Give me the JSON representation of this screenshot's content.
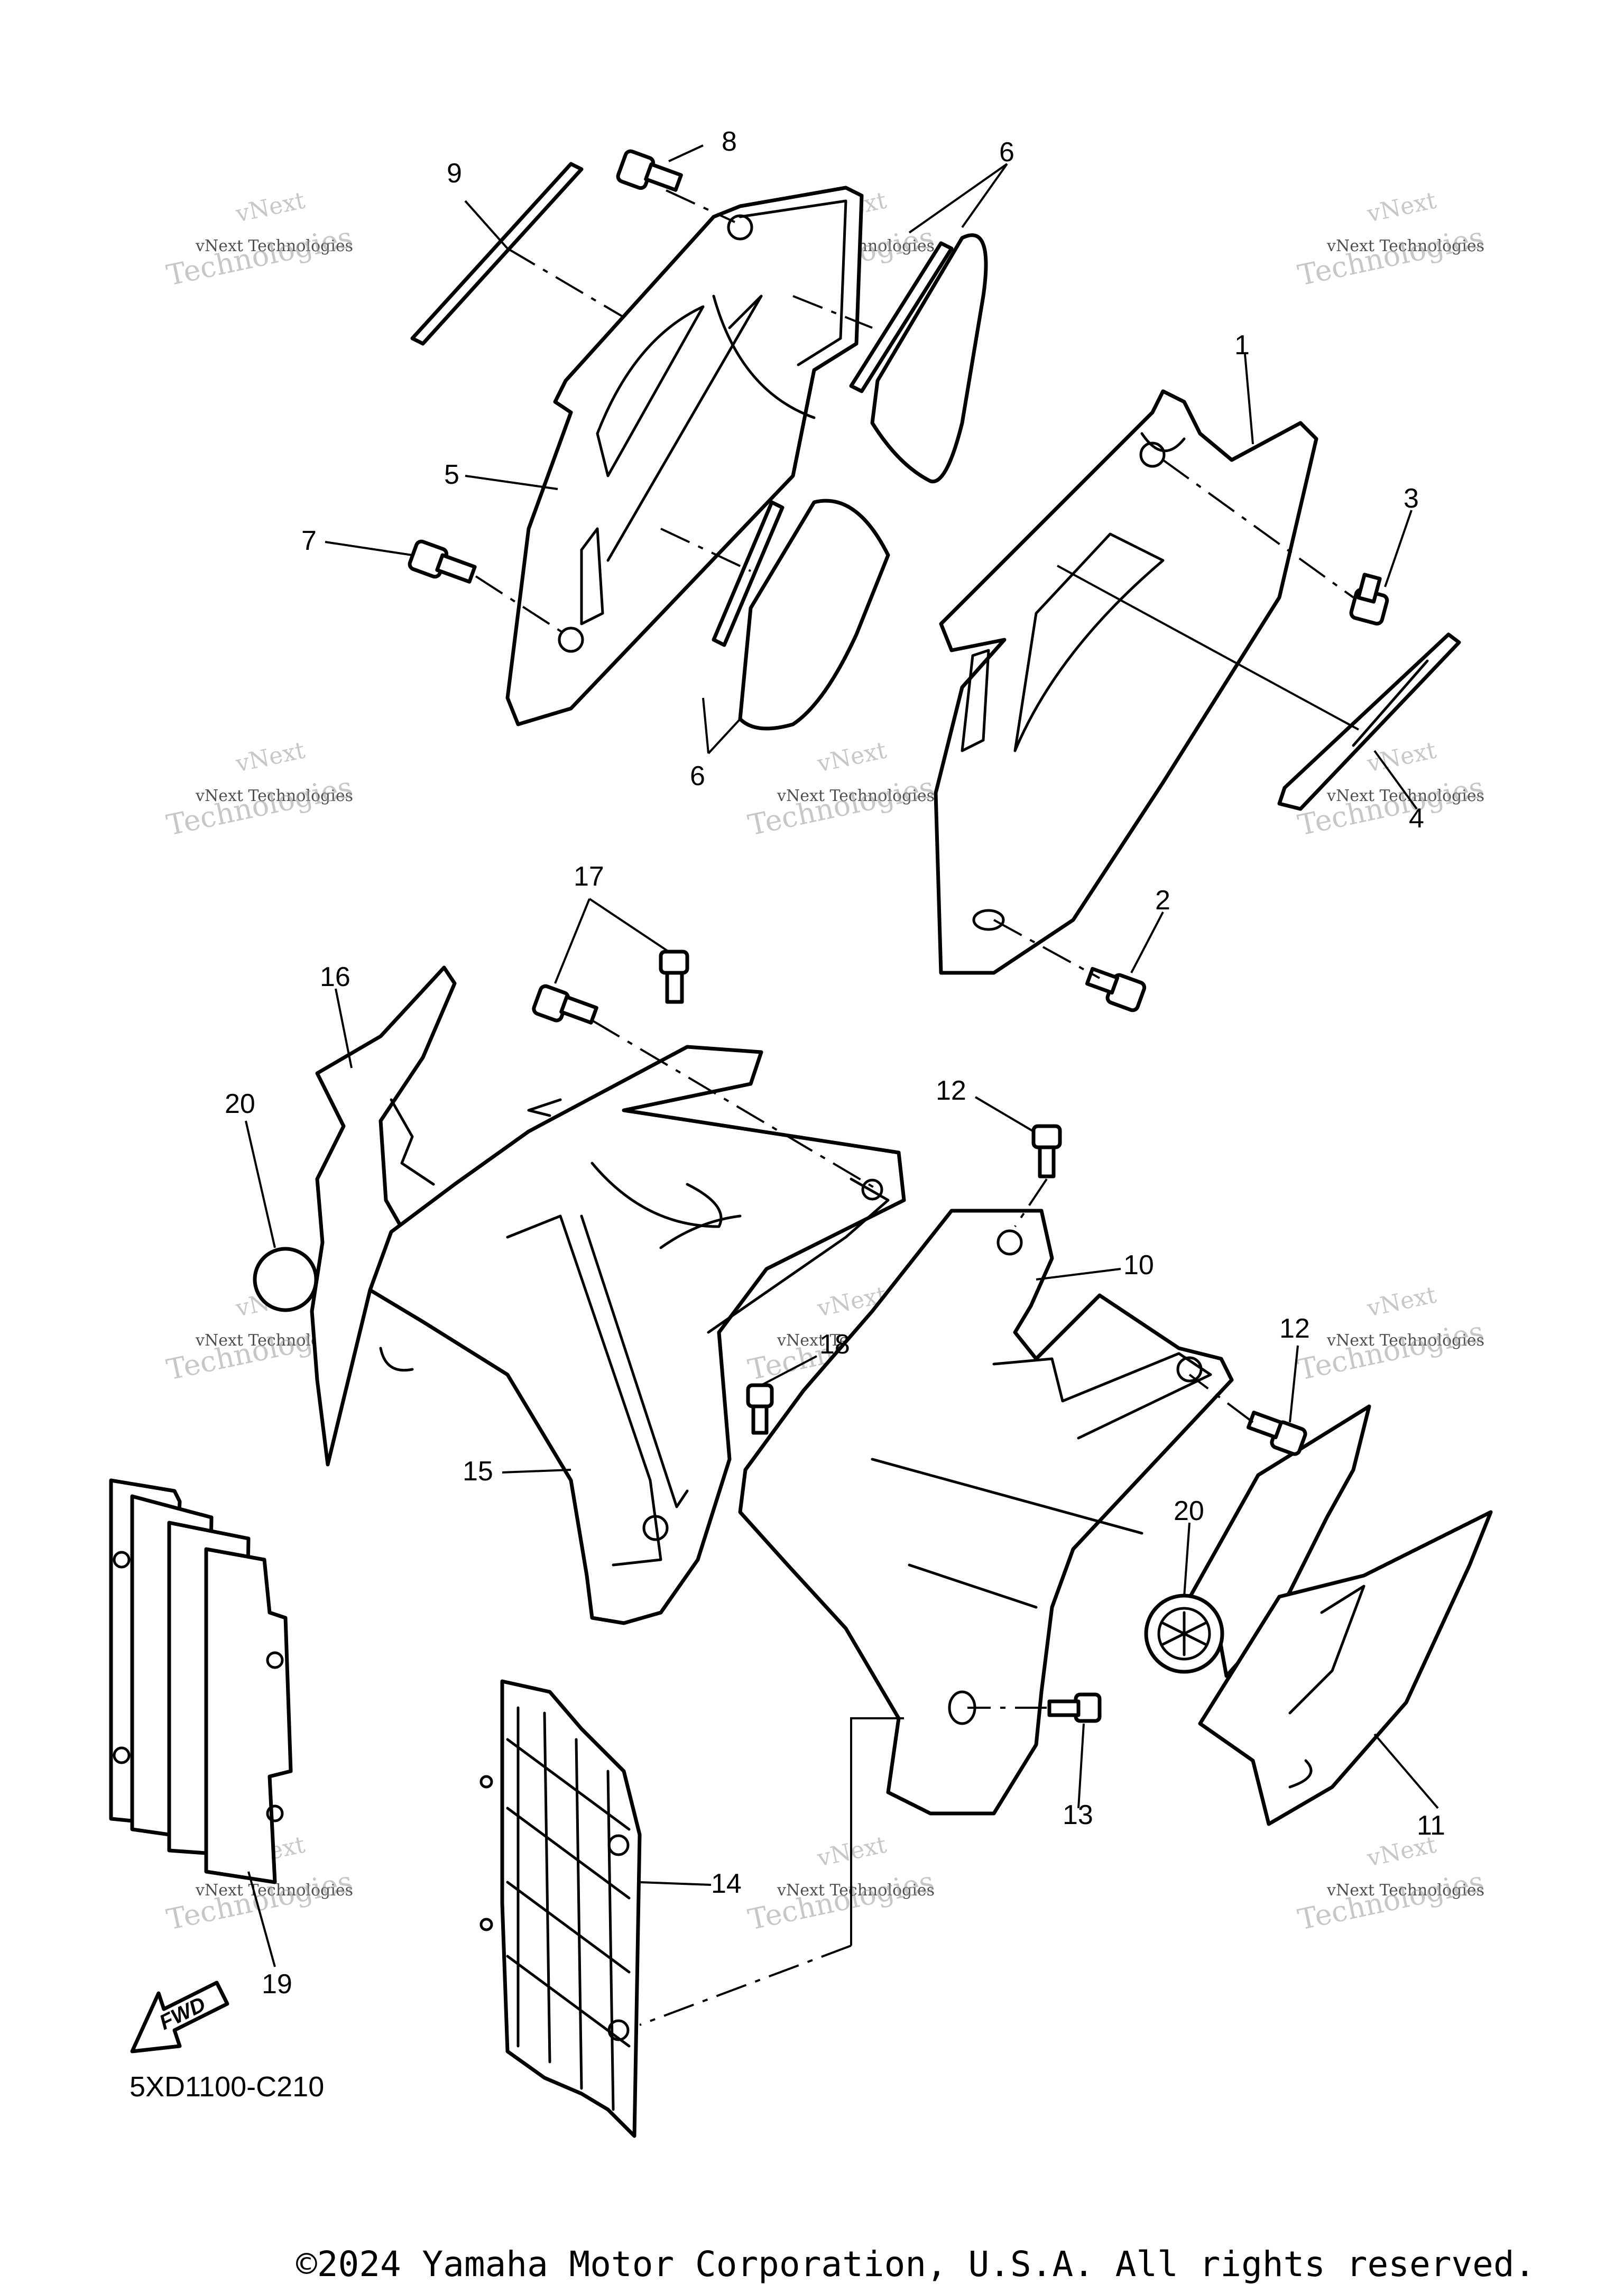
{
  "callouts": {
    "c1": "1",
    "c2": "2",
    "c3": "3",
    "c4": "4",
    "c5": "5",
    "c6a": "6",
    "c6b": "6",
    "c7": "7",
    "c8": "8",
    "c9": "9",
    "c10": "10",
    "c11": "11",
    "c12a": "12",
    "c12b": "12",
    "c13": "13",
    "c14": "14",
    "c15": "15",
    "c16": "16",
    "c17": "17",
    "c18": "18",
    "c19": "19",
    "c20a": "20",
    "c20b": "20"
  },
  "watermark": {
    "line1": "vNext",
    "line2": "vNext Technologies",
    "line3": "Technologies"
  },
  "fwd_label": "FWD",
  "diagram_code": "5XD1100-C210",
  "copyright": "©2024 Yamaha Motor Corporation, U.S.A. All rights reserved.",
  "colors": {
    "line": "#000000",
    "background": "#ffffff",
    "watermark": "#9a9a9a"
  }
}
